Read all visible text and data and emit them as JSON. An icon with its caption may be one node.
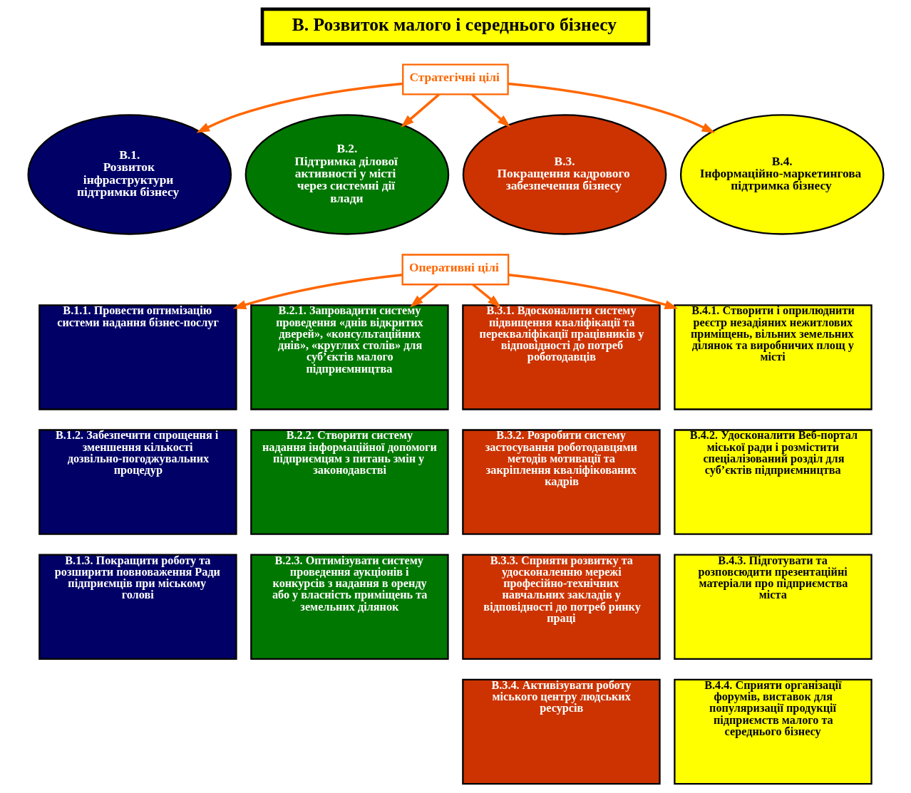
{
  "diagram": {
    "nodes": [
      {
        "text": [
          "В. Розвиток малого і середнього бізнесу"
        ]
      },
      {
        "text": [
          "Стратегічні цілі"
        ]
      },
      {
        "text": [
          "В.1.",
          "Розвиток інфраструктури підтримки бізнесу"
        ]
      },
      {
        "text": [
          "В.2.",
          "Підтримка ділової активності у місті через системні дії влади"
        ]
      },
      {
        "text": [
          "В.3.",
          "Покращення кадрового забезпечення бізнесу"
        ]
      },
      {
        "text": [
          "В.4.",
          "Інформаційно-маркетингова підтримка бізнесу"
        ]
      },
      {
        "text": [
          "Оперативні цілі"
        ]
      },
      {
        "text": [
          "В.1.1. Провести оптимізацію системи надання бізнес-послуг"
        ]
      },
      {
        "text": [
          "В.2.1. Запровадити систему проведення «днів відкритих дверей», «консультаційних днів», «круглих столів» для суб’єктів малого підприємництва"
        ]
      },
      {
        "text": [
          "В.3.1. Вдосконалити систему підвищення кваліфікації та перекваліфікації працівників у відповідності до потреб роботодавців"
        ]
      },
      {
        "text": [
          "В.4.1. Створити і оприлюднити реєстр незадіяних нежитлових приміщень, вільних земельних ділянок та виробничих площ у місті"
        ]
      },
      {
        "text": [
          "В.1.2. Забезпечити спрощення і зменшення кількості дозвільно-погоджувальних процедур"
        ]
      },
      {
        "text": [
          "В.2.2. Створити систему надання інформаційної допомоги підприємцям з питань змін у законодавстві"
        ]
      },
      {
        "text": [
          "В.3.2. Розробити систему застосування роботодавцями методів мотивації та закріплення кваліфікованих кадрів"
        ]
      },
      {
        "text": [
          "В.4.2. Удосконалити Веб-портал міської ради і розмістити спеціалізований розділ для суб’єктів підприємництва"
        ]
      },
      {
        "text": [
          "В.1.3. Покращити роботу та розширити повноваження Ради підприємців при міському голові"
        ]
      },
      {
        "text": [
          "В.2.3. Оптимізувати систему проведення аукціонів і конкурсів з надання в оренду або у власність приміщень та земельних ділянок"
        ]
      },
      {
        "text": [
          "В.3.3. Сприяти розвитку та удосконаленню мережі професійно-технічних навчальних закладів у відповідності до потреб ринку праці"
        ]
      },
      {
        "text": [
          "В.4.3. Підготувати та розповсюдити презентаційні матеріали про підприємства міста"
        ]
      },
      {
        "text": [
          "В.3.4. Активізувати роботу міського центру людських ресурсів"
        ]
      },
      {
        "text": [
          "В.4.4. Сприяти організації форумів, виставок для популяризації продукції підприємств малого та середнього бізнесу"
        ]
      }
    ],
    "edges": [
      {
        "from": 1,
        "to": 2,
        "arrow": "to"
      },
      {
        "from": 1,
        "to": 3,
        "arrow": "to"
      },
      {
        "from": 1,
        "to": 4,
        "arrow": "to"
      },
      {
        "from": 1,
        "to": 5,
        "arrow": "to"
      },
      {
        "from": 6,
        "to": 7,
        "arrow": "to"
      },
      {
        "from": 6,
        "to": 8,
        "arrow": "to"
      },
      {
        "from": 6,
        "to": 9,
        "arrow": "to"
      },
      {
        "from": 6,
        "to": 10,
        "arrow": "to"
      }
    ]
  }
}
